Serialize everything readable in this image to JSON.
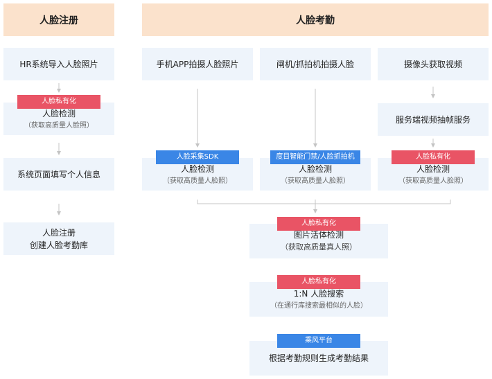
{
  "headers": {
    "register": "人脸注册",
    "attendance": "人脸考勤"
  },
  "register_flow": {
    "hr_import": "HR系统导入人脸照片",
    "detect_tag": "人脸私有化",
    "detect_title": "人脸检测",
    "detect_sub": "（获取高质量人脸照）",
    "fill_info": "系统页面填写个人信息",
    "enroll_line1": "人脸注册",
    "enroll_line2": "创建人脸考勤库"
  },
  "sources": {
    "mobile": "手机APP拍摄人脸照片",
    "gate": "闸机/抓拍机拍摄人脸",
    "camera": "摄像头获取视频"
  },
  "frame_service": "服务端视频抽帧服务",
  "detections": [
    {
      "tag": "人脸采集SDK",
      "tag_color": "#3a86e6",
      "title": "人脸检测",
      "sub": "（获取高质量人脸照）"
    },
    {
      "tag": "度目智能门禁/人脸抓拍机",
      "tag_color": "#3a86e6",
      "title": "人脸检测",
      "sub": "（获取高质量人脸照）"
    },
    {
      "tag": "人脸私有化",
      "tag_color": "#e95465",
      "title": "人脸检测",
      "sub": "（获取高质量人脸照）"
    }
  ],
  "liveness": {
    "tag": "人脸私有化",
    "title": "图片活体检测",
    "sub": "（获取高质量真人照）"
  },
  "search": {
    "tag": "人脸私有化",
    "title": "1:N 人脸搜索",
    "sub": "（在通行库搜索最相似的人脸）"
  },
  "result": {
    "tag": "乘风平台",
    "title": "根据考勤规则生成考勤结果"
  },
  "colors": {
    "header_bg": "#fbe2cc",
    "box_bg": "#eef4fb",
    "tag_red": "#e95465",
    "tag_blue": "#3a86e6",
    "connector": "#c4c4c4"
  }
}
